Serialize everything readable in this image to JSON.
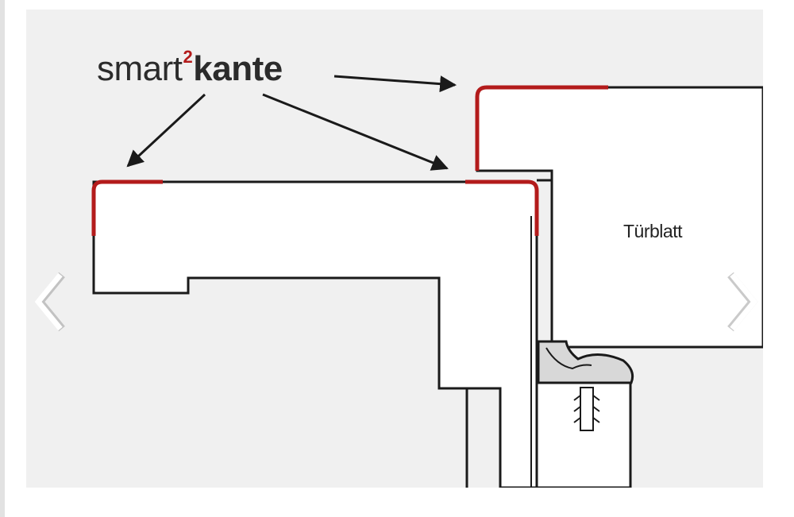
{
  "diagram": {
    "brand": {
      "prefix": "smart",
      "superscript": "2",
      "suffix": "kante"
    },
    "door_label": "Türblatt"
  },
  "navigation": {
    "prev_icon": "chevron-left-icon",
    "next_icon": "chevron-right-icon"
  },
  "colors": {
    "background": "#f0f0f0",
    "edge_highlight": "#b31b1b",
    "line": "#1a1a1a",
    "nav_arrow": "#ffffff"
  }
}
